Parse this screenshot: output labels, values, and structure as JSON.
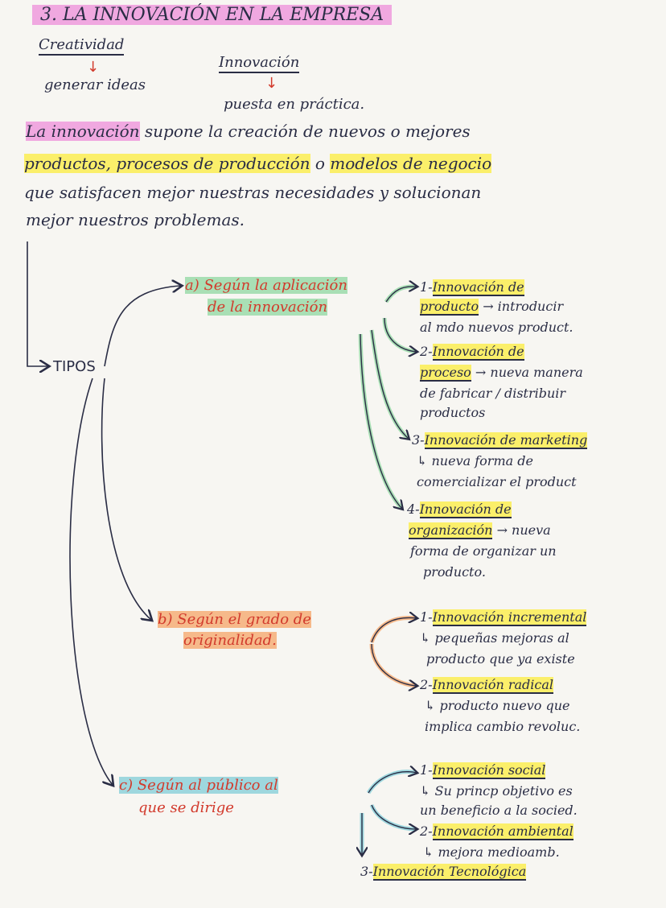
{
  "title": "3. LA INNOVACIÓN EN LA EMPRESA",
  "concepts": {
    "left_head": "Creatividad",
    "left_arrow": "↓",
    "left_text": "generar ideas",
    "right_head": "Innovación",
    "right_arrow": "↓",
    "right_text": "puesta en práctica."
  },
  "definition": {
    "lead": "La innovación",
    "line1_rest": " supone la creación de nuevos o mejores",
    "line2_a": "productos, procesos de producción",
    "line2_b": " o ",
    "line2_c": "modelos de negocio",
    "line3": "que satisfacen mejor nuestras necesidades y solucionan",
    "line4": "mejor nuestros problemas."
  },
  "tipos_label": "TIPOS",
  "groups": {
    "a": {
      "label_1": "a) Según la aplicación",
      "label_2": "de la innovación",
      "items": [
        {
          "num": "1-",
          "title": "Innovación de",
          "title2": "producto",
          "desc": "→ introducir",
          "desc2": "al mdo nuevos product."
        },
        {
          "num": "2-",
          "title": "Innovación de",
          "title2": "proceso",
          "desc": "→ nueva manera",
          "desc2": "de fabricar / distribuir",
          "desc3": "productos"
        },
        {
          "num": "3-",
          "title": "Innovación de marketing",
          "desc": "↳ nueva forma de",
          "desc2": "comercializar el product"
        },
        {
          "num": "4-",
          "title": "Innovación de",
          "title2": "organización",
          "desc": "→ nueva",
          "desc2": "forma de organizar un",
          "desc3": "producto."
        }
      ]
    },
    "b": {
      "label_1": "b) Según el grado de",
      "label_2": "originalidad.",
      "items": [
        {
          "num": "1-",
          "title": "Innovación incremental",
          "desc": "↳ pequeñas mejoras al",
          "desc2": "producto que ya existe"
        },
        {
          "num": "2-",
          "title": "Innovación radical",
          "desc": "↳ producto nuevo que",
          "desc2": "implica cambio revoluc."
        }
      ]
    },
    "c": {
      "label_1": "c) Según al público al",
      "label_2": "que se dirige",
      "items": [
        {
          "num": "1-",
          "title": "Innovación social",
          "desc": "↳ Su princp objetivo es",
          "desc2": "un beneficio a la socied."
        },
        {
          "num": "2-",
          "title": "Innovación ambiental",
          "desc": "↳ mejora medioamb."
        },
        {
          "num": "3-",
          "title": "Innovación Tecnológica"
        }
      ]
    }
  },
  "colors": {
    "ink": "#2a2d45",
    "red_ink": "#d23a2c",
    "yellow": "#fbef6a",
    "pink": "#f0a8e0",
    "green": "#a9dfb5",
    "orange": "#f6b98a",
    "blue": "#9ed7de",
    "paper": "#f7f6f2"
  }
}
